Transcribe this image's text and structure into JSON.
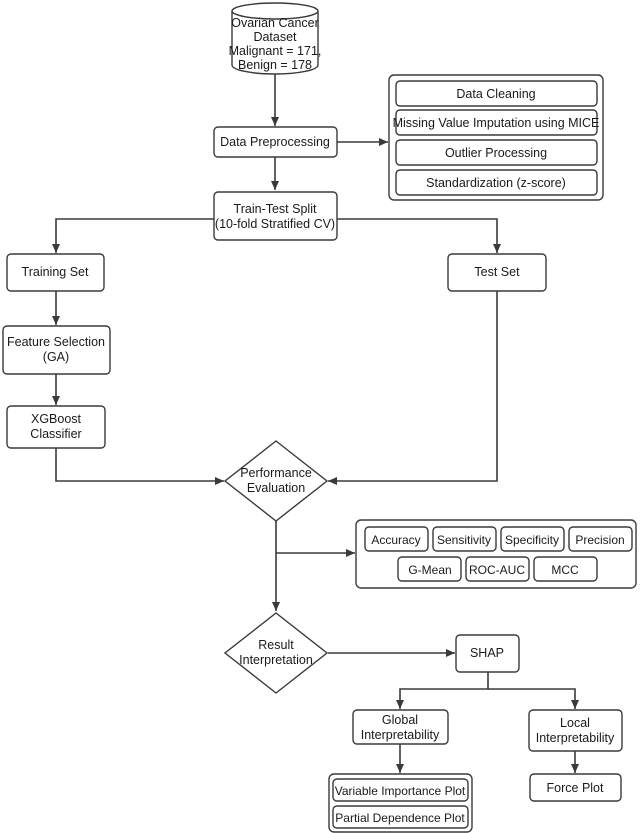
{
  "nodes": {
    "dataset": [
      "Ovarian Cancer",
      "Dataset",
      "Malignant = 171,",
      "Benign = 178"
    ],
    "preprocessing": [
      "Data Preprocessing"
    ],
    "split": [
      "Train-Test Split",
      "(10-fold Stratified CV)"
    ],
    "training": [
      "Training Set"
    ],
    "test": [
      "Test Set"
    ],
    "feature_selection": [
      "Feature Selection",
      "(GA)"
    ],
    "xgboost": [
      "XGBoost",
      "Classifier"
    ],
    "evaluation": [
      "Performance",
      "Evaluation"
    ],
    "interpretation": [
      "Result",
      "Interpretation"
    ],
    "shap": [
      "SHAP"
    ],
    "global": [
      "Global",
      "Interpretability"
    ],
    "local": [
      "Local",
      "Interpretability"
    ]
  },
  "preprocessing_steps": [
    "Data Cleaning",
    "Missing Value Imputation using MICE",
    "Outlier Processing",
    "Standardization (z-score)"
  ],
  "metrics": [
    "Accuracy",
    "Sensitivity",
    "Specificity",
    "Precision",
    "G-Mean",
    "ROC-AUC",
    "MCC"
  ],
  "global_plots": [
    "Variable Importance Plot",
    "Partial Dependence Plot"
  ],
  "local_plots": [
    "Force Plot"
  ],
  "colors": {
    "stroke": "#3a3a3a",
    "fill": "#ffffff",
    "text": "#1a1a1a"
  }
}
